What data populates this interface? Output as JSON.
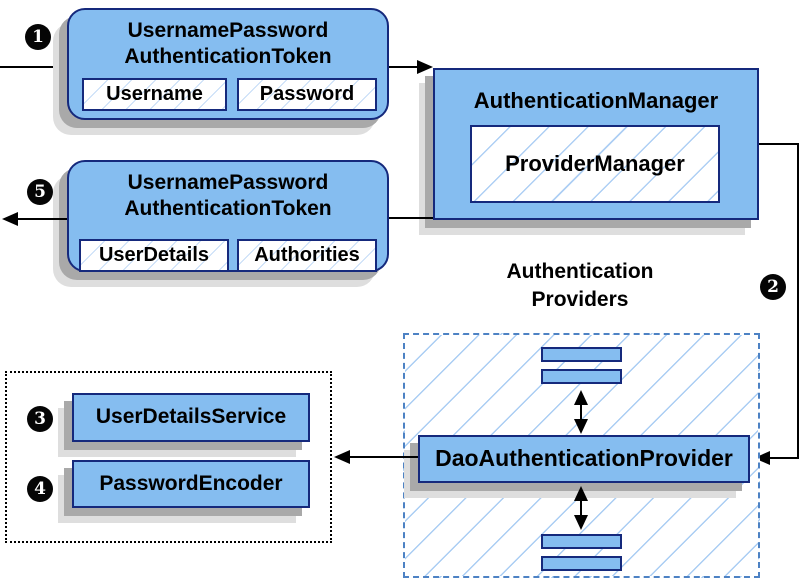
{
  "diagram": {
    "token_request": {
      "title_line1": "UsernamePassword",
      "title_line2": "AuthenticationToken",
      "fields": [
        "Username",
        "Password"
      ]
    },
    "authentication_manager": {
      "title": "AuthenticationManager",
      "inner": "ProviderManager"
    },
    "token_response": {
      "title_line1": "UsernamePassword",
      "title_line2": "AuthenticationToken",
      "fields": [
        "UserDetails",
        "Authorities"
      ]
    },
    "providers_label": {
      "line1": "Authentication",
      "line2": "Providers"
    },
    "dao_provider": "DaoAuthenticationProvider",
    "user_details_service": "UserDetailsService",
    "password_encoder": "PasswordEncoder",
    "steps": [
      "1",
      "2",
      "3",
      "4",
      "5"
    ]
  },
  "colors": {
    "node_fill": "#85bdf0",
    "node_border": "#15297c",
    "hatch_line": "#aacdf3",
    "dashed_border": "#4d82c4",
    "shadow_dark": "#a9a9a9",
    "shadow_light": "#dedede",
    "connector": "#000000",
    "badge_bg": "#050505",
    "badge_text": "#ffffff"
  }
}
